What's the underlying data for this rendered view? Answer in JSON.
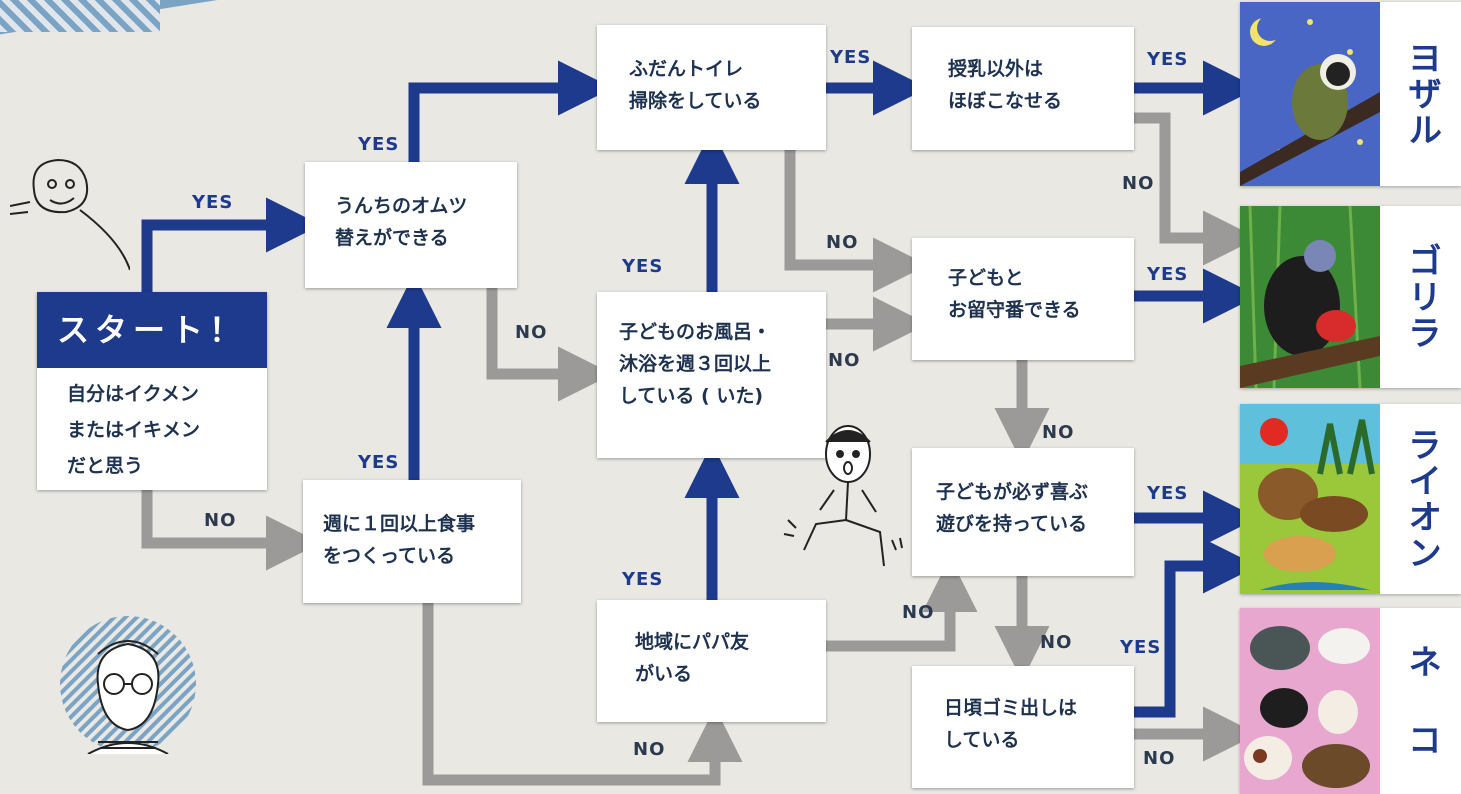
{
  "start": {
    "title": "スタート！",
    "text": "自分はイクメン\nまたはイキメン\nだと思う"
  },
  "questions": {
    "diaper": "うんちのオムツ\n替えができる",
    "cook": "週に１回以上食事\nをつくっている",
    "toilet": "ふだんトイレ\n掃除をしている",
    "bath": "子どものお風呂・\n沐浴を週３回以上\nしている ( いた)",
    "papa_friend": "地域にパパ友\nがいる",
    "breastfeed": "授乳以外は\nほぼこなせる",
    "home_alone": "子どもと\nお留守番できる",
    "play": "子どもが必ず喜ぶ\n遊びを持っている",
    "garbage": "日頃ゴミ出しは\nしている"
  },
  "labels": {
    "yes": "YES",
    "no": "NO"
  },
  "results": [
    {
      "name": "ヨザル"
    },
    {
      "name": "ゴリラ"
    },
    {
      "name": "ライオン"
    },
    {
      "name": "ネ コ"
    }
  ],
  "colors": {
    "yes_arrow": "#1d3a8c",
    "no_arrow": "#9b9a98",
    "background": "#e9e8e3"
  },
  "decorations": [
    "monkey-sketch",
    "man-sketch",
    "bespectacled-man-avatar"
  ]
}
